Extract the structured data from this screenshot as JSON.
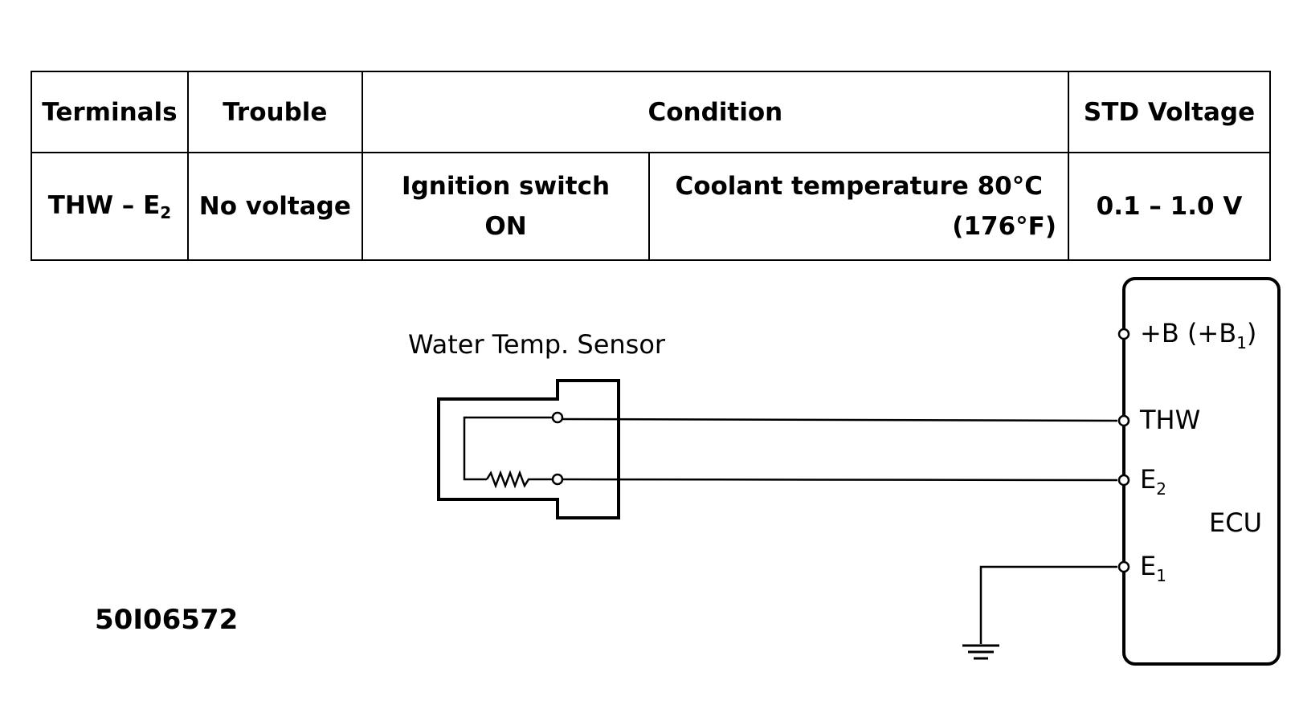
{
  "table": {
    "headers": {
      "terminals": "Terminals",
      "trouble": "Trouble",
      "condition": "Condition",
      "std_voltage": "STD Voltage"
    },
    "row": {
      "terminals_main": "THW – E",
      "terminals_sub": "2",
      "trouble": "No voltage",
      "ignition_line1": "Ignition switch",
      "ignition_line2": "ON",
      "coolant_line1": "Coolant temperature 80°C",
      "coolant_line2": "(176°F)",
      "std_voltage": "0.1 – 1.0 V"
    }
  },
  "diagram": {
    "sensor_label": "Water Temp. Sensor",
    "ecu_label": "ECU",
    "terminals": {
      "b_main": "+B (+B",
      "b_sub": "1",
      "b_close": ")",
      "thw": "THW",
      "e2_main": "E",
      "e2_sub": "2",
      "e1_main": "E",
      "e1_sub": "1"
    }
  },
  "figure_code": "50I06572"
}
